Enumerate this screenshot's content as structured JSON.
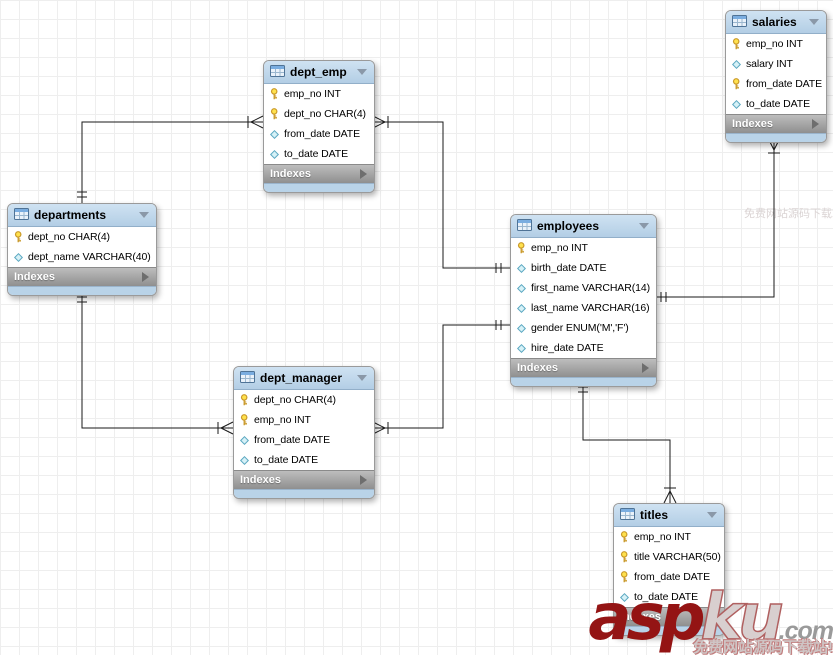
{
  "tables": [
    {
      "name": "salaries",
      "indexes_label": "Indexes",
      "columns": [
        {
          "key": true,
          "text": "emp_no INT"
        },
        {
          "key": false,
          "text": "salary INT"
        },
        {
          "key": true,
          "text": "from_date DATE"
        },
        {
          "key": false,
          "text": "to_date DATE"
        }
      ]
    },
    {
      "name": "dept_emp",
      "indexes_label": "Indexes",
      "columns": [
        {
          "key": true,
          "text": "emp_no INT"
        },
        {
          "key": true,
          "text": "dept_no CHAR(4)"
        },
        {
          "key": false,
          "text": "from_date DATE"
        },
        {
          "key": false,
          "text": "to_date DATE"
        }
      ]
    },
    {
      "name": "departments",
      "indexes_label": "Indexes",
      "columns": [
        {
          "key": true,
          "text": "dept_no CHAR(4)"
        },
        {
          "key": false,
          "text": "dept_name VARCHAR(40)"
        }
      ]
    },
    {
      "name": "employees",
      "indexes_label": "Indexes",
      "columns": [
        {
          "key": true,
          "text": "emp_no INT"
        },
        {
          "key": false,
          "text": "birth_date DATE"
        },
        {
          "key": false,
          "text": "first_name VARCHAR(14)"
        },
        {
          "key": false,
          "text": "last_name VARCHAR(16)"
        },
        {
          "key": false,
          "text": "gender ENUM('M','F')"
        },
        {
          "key": false,
          "text": "hire_date DATE"
        }
      ]
    },
    {
      "name": "dept_manager",
      "indexes_label": "Indexes",
      "columns": [
        {
          "key": true,
          "text": "dept_no CHAR(4)"
        },
        {
          "key": true,
          "text": "emp_no INT"
        },
        {
          "key": false,
          "text": "from_date DATE"
        },
        {
          "key": false,
          "text": "to_date DATE"
        }
      ]
    },
    {
      "name": "titles",
      "indexes_label": "Indexes",
      "columns": [
        {
          "key": true,
          "text": "emp_no INT"
        },
        {
          "key": true,
          "text": "title VARCHAR(50)"
        },
        {
          "key": true,
          "text": "from_date DATE"
        },
        {
          "key": false,
          "text": "to_date DATE"
        }
      ]
    }
  ],
  "relationships": [
    {
      "one": "departments",
      "many": "dept_emp"
    },
    {
      "one": "departments",
      "many": "dept_manager"
    },
    {
      "one": "employees",
      "many": "dept_emp"
    },
    {
      "one": "employees",
      "many": "dept_manager"
    },
    {
      "one": "employees",
      "many": "salaries"
    },
    {
      "one": "employees",
      "many": "titles"
    }
  ],
  "watermark": {
    "brand_primary": "asp",
    "brand_secondary": "ku",
    "brand_tld": ".com",
    "tagline": "免费网站源码下载站!",
    "side_text": "免费网站源码下载站!"
  },
  "colors": {
    "table_header": "#bdd5ea",
    "indexes_bar": "#a2a2a2",
    "table_footer": "#b9d3e8",
    "key_icon": "#ffe14d",
    "diamond_icon": "#d6f1f7",
    "connector": "#1a1a1a",
    "watermark_red": "#941414",
    "grid": "#eeeeee"
  }
}
